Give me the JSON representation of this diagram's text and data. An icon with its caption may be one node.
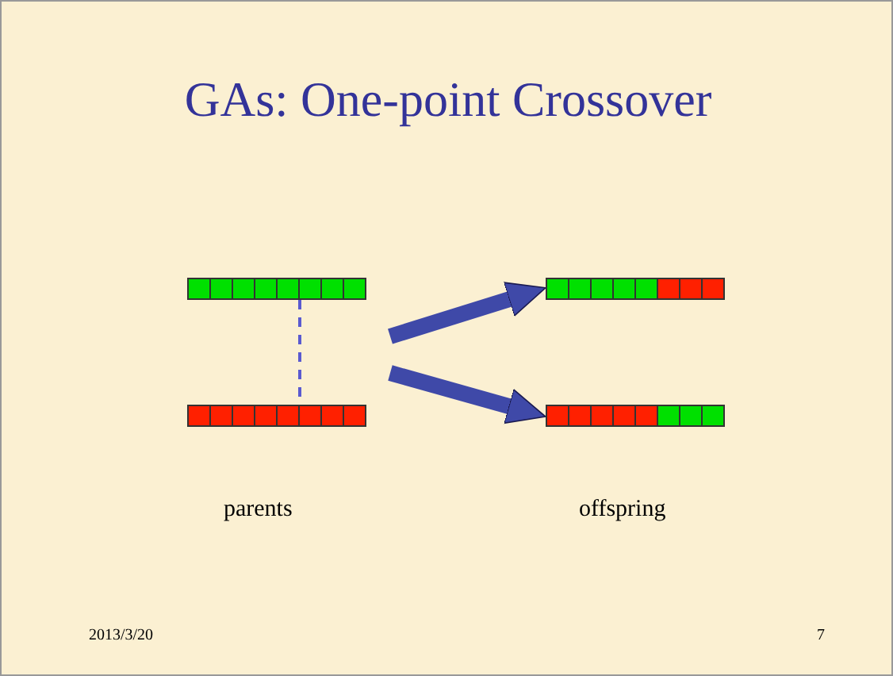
{
  "diagram": {
    "title": "GAs: One-point Crossover",
    "nodes": [
      {
        "text": [],
        "shape": "bar"
      },
      {
        "text": [],
        "shape": "bar"
      },
      {
        "text": [],
        "shape": "bar"
      },
      {
        "text": [],
        "shape": "bar"
      }
    ],
    "edges": [
      {
        "from": 0,
        "to": 1,
        "arrow": "none",
        "style": "dashed"
      },
      {
        "from": null,
        "to": 2,
        "arrow": "to"
      },
      {
        "from": null,
        "to": 3,
        "arrow": "to"
      }
    ],
    "labels": [
      "parents",
      "offspring",
      "2013/3/20",
      "7"
    ]
  }
}
